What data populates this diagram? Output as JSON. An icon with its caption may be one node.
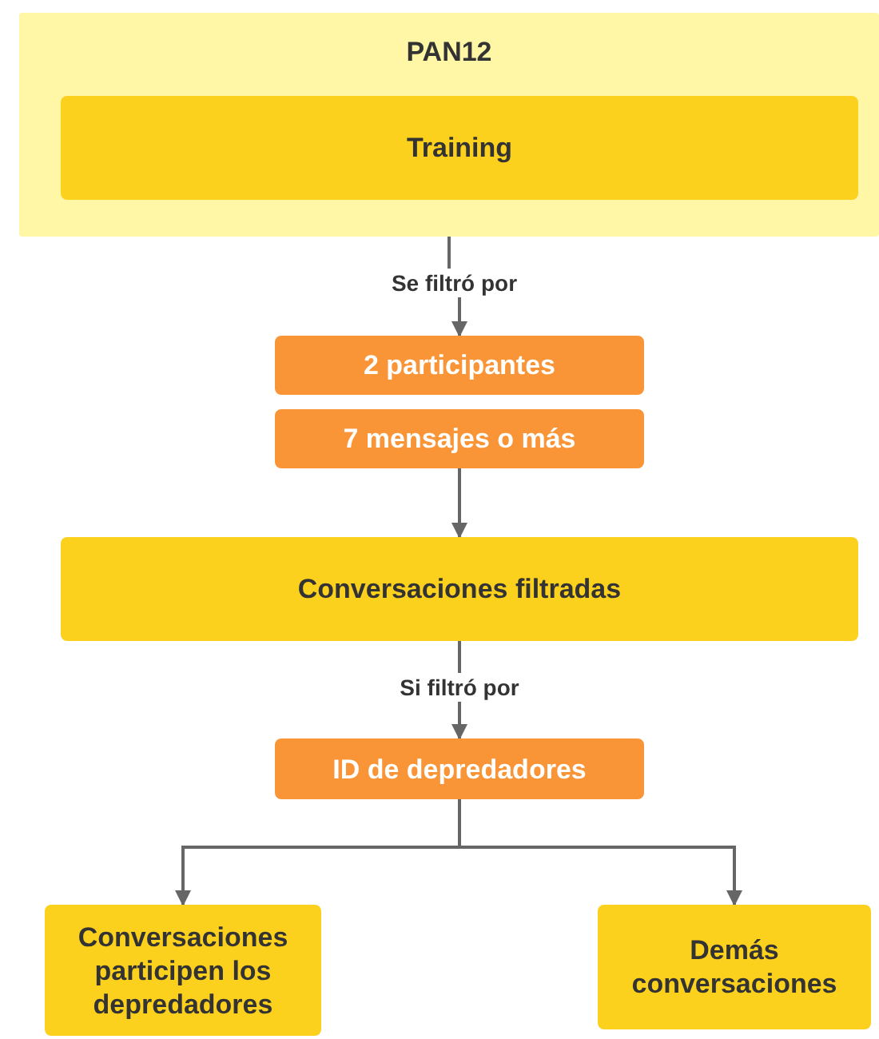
{
  "diagram": {
    "nodes": [
      {
        "text": [
          "PAN12"
        ]
      },
      {
        "text": [
          "Training"
        ],
        "in": 0
      },
      {
        "text": [
          "2 participantes"
        ]
      },
      {
        "text": [
          "7 mensajes o más"
        ]
      },
      {
        "text": [
          "Conversaciones filtradas"
        ]
      },
      {
        "text": [
          "ID de depredadores"
        ]
      },
      {
        "text": [
          "Conversaciones participen los depredadores"
        ]
      },
      {
        "text": [
          "Demás conversaciones"
        ]
      }
    ],
    "edges": [
      {
        "from": 0,
        "to": 2,
        "arrow": "to",
        "label": "Se filtró por"
      },
      {
        "from": 3,
        "to": 4,
        "arrow": "to"
      },
      {
        "from": 4,
        "to": 5,
        "arrow": "to",
        "label": "Si filtró por"
      },
      {
        "from": 5,
        "to": 6,
        "arrow": "to"
      },
      {
        "from": 5,
        "to": 7,
        "arrow": "to"
      }
    ]
  }
}
